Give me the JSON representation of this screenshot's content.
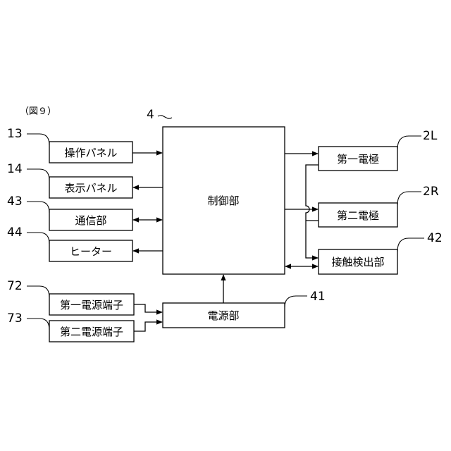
{
  "figure_label": "（図９）",
  "blocks": {
    "control": {
      "label": "制御部",
      "ref": "4"
    },
    "operation_panel": {
      "label": "操作パネル",
      "ref": "13"
    },
    "display_panel": {
      "label": "表示パネル",
      "ref": "14"
    },
    "communication": {
      "label": "通信部",
      "ref": "43"
    },
    "heater": {
      "label": "ヒーター",
      "ref": "44"
    },
    "power_terminal_1": {
      "label": "第一電源端子",
      "ref": "72"
    },
    "power_terminal_2": {
      "label": "第二電源端子",
      "ref": "73"
    },
    "power_unit": {
      "label": "電源部",
      "ref": "41"
    },
    "electrode_1": {
      "label": "第一電極",
      "ref": "2L"
    },
    "electrode_2": {
      "label": "第二電極",
      "ref": "2R"
    },
    "contact_detector": {
      "label": "接触検出部",
      "ref": "42"
    }
  }
}
